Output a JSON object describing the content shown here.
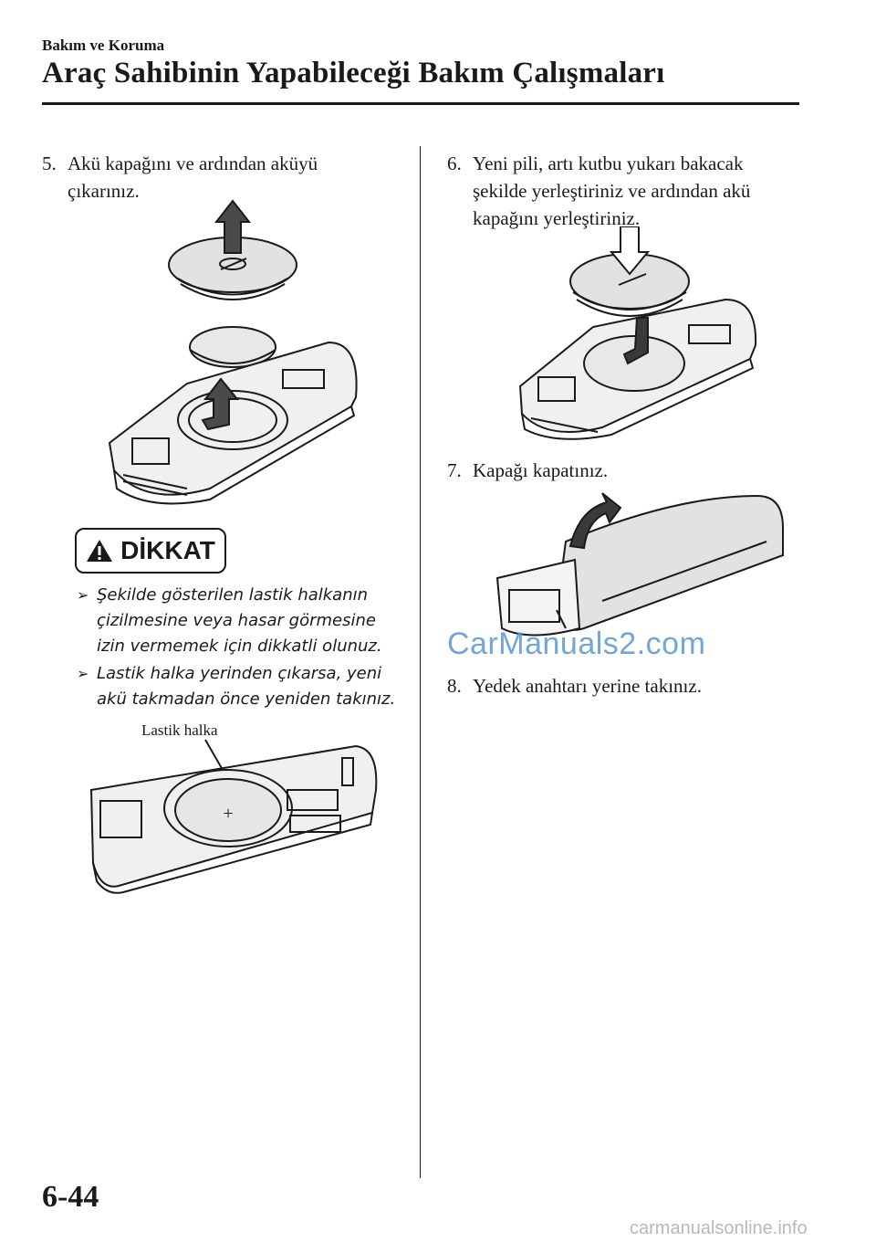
{
  "header": {
    "section_label": "Bakım ve Koruma",
    "page_title": "Araç Sahibinin Yapabileceği Bakım Çalışmaları"
  },
  "steps": [
    {
      "num": "5.",
      "line1": "Akü kapağını ve ardından aküyü",
      "line2": "çıkarınız."
    },
    {
      "num": "6.",
      "line1": "Yeni pili, artı kutbu yukarı bakacak",
      "line2": "şekilde yerleştiriniz ve ardından akü",
      "line3": "kapağını yerleştiriniz."
    },
    {
      "num": "7.",
      "line1": "Kapağı kapatınız."
    },
    {
      "num": "8.",
      "line1": "Yedek anahtarı yerine takınız."
    }
  ],
  "caution": {
    "label": "DİKKAT",
    "items": [
      "Şekilde gösterilen lastik halkanın çizilmesine veya hasar görmesine izin vermemek için dikkatli olunuz.",
      "Lastik halka yerinden çıkarsa, yeni akü takmadan önce yeniden takınız."
    ]
  },
  "figure_callout": "Lastik halka",
  "watermark": "CarManuals2.com",
  "page_number": "6-44",
  "footer_site": "carmanualsonline.info",
  "icons": {
    "warning": "warning-triangle-icon",
    "bullet": "arrow-bullet-icon"
  },
  "colors": {
    "text": "#1a1a1a",
    "watermark": "#5a97cf",
    "footer": "#b8b8b8"
  }
}
